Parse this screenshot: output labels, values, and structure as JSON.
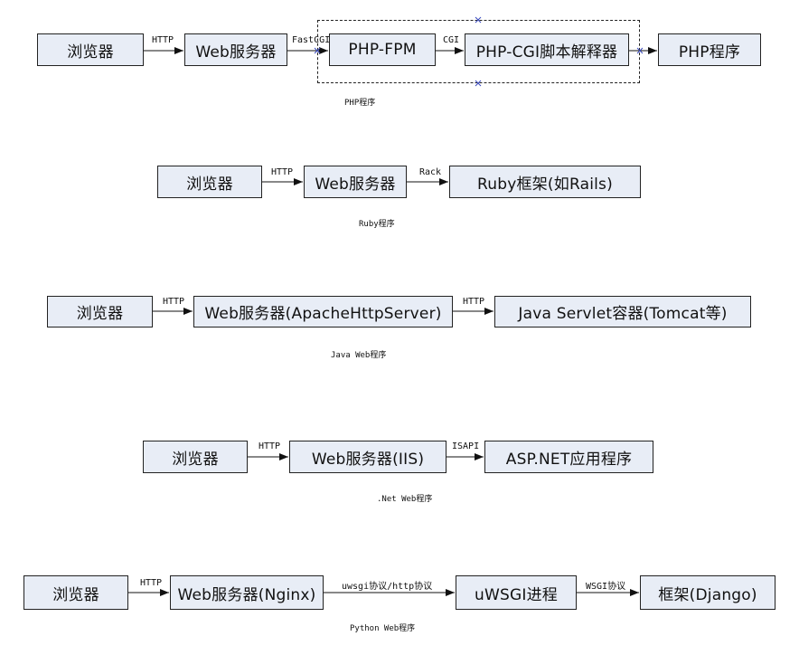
{
  "rows": [
    {
      "nodes": [
        "浏览器",
        "Web服务器",
        "PHP-FPM",
        "PHP-CGI脚本解释器",
        "PHP程序"
      ],
      "edges": [
        "HTTP",
        "FastCGI",
        "CGI",
        ""
      ],
      "caption": "PHP程序"
    },
    {
      "nodes": [
        "浏览器",
        "Web服务器",
        "Ruby框架(如Rails)"
      ],
      "edges": [
        "HTTP",
        "Rack"
      ],
      "caption": "Ruby程序"
    },
    {
      "nodes": [
        "浏览器",
        "Web服务器(ApacheHttpServer)",
        "Java Servlet容器(Tomcat等)"
      ],
      "edges": [
        "HTTP",
        "HTTP"
      ],
      "caption": "Java Web程序"
    },
    {
      "nodes": [
        "浏览器",
        "Web服务器(IIS)",
        "ASP.NET应用程序"
      ],
      "edges": [
        "HTTP",
        "ISAPI"
      ],
      "caption": ".Net Web程序"
    },
    {
      "nodes": [
        "浏览器",
        "Web服务器(Nginx)",
        "uWSGI进程",
        "框架(Django)"
      ],
      "edges": [
        "HTTP",
        "uwsgi协议/http协议",
        "WSGI协议"
      ],
      "caption": "Python Web程序"
    }
  ],
  "colors": {
    "node_fill": "#e8edf6",
    "stroke": "#222222",
    "selection_marker": "#3b4bbf"
  }
}
